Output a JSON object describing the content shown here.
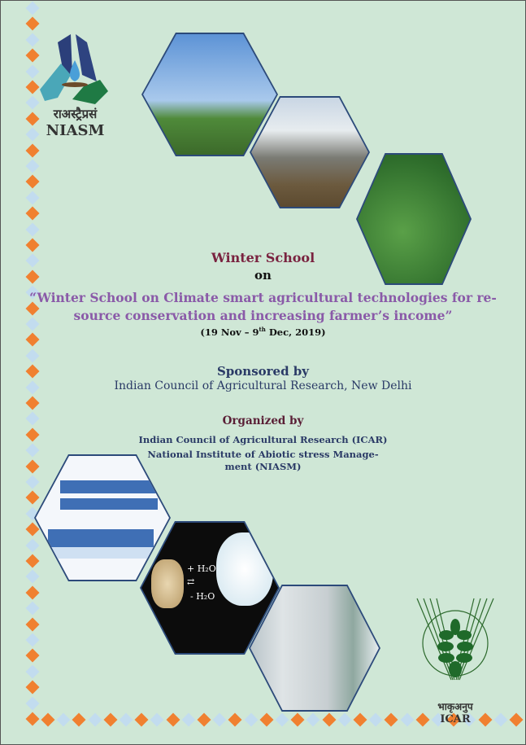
{
  "logos": {
    "niasm_hindi": "राअस्ट्रैप्रसं",
    "niasm": "NIASM",
    "icar_hindi": "भाकृअनुप",
    "icar": "ICAR"
  },
  "heading": {
    "title": "Winter School",
    "on": "on",
    "subtitle_line1": "“Winter School on Climate smart agricultural technologies for re-",
    "subtitle_line2": "source conservation and increasing farmer’s income”",
    "dates_pre": "(19 Nov – 9",
    "dates_sup": "th",
    "dates_post": " Dec, 2019)"
  },
  "sponsor": {
    "label": "Sponsored by",
    "name": "Indian Council of Agricultural Research, New Delhi"
  },
  "organizer": {
    "label": "Organized by",
    "org1": "Indian Council of Agricultural Research (ICAR)",
    "org2_line1": "National Institute of Abiotic stress Manage-",
    "org2_line2": "ment (NIASM)"
  },
  "images": {
    "hydrogel_plus": "+ H₂O",
    "hydrogel_minus": "- H₂O"
  },
  "colors": {
    "background": "#cfe7d6",
    "title": "#7a2340",
    "subtitle": "#8a5aa8",
    "navy": "#2a3a66",
    "orange": "#f08030",
    "lightblue": "#c2dcef"
  }
}
